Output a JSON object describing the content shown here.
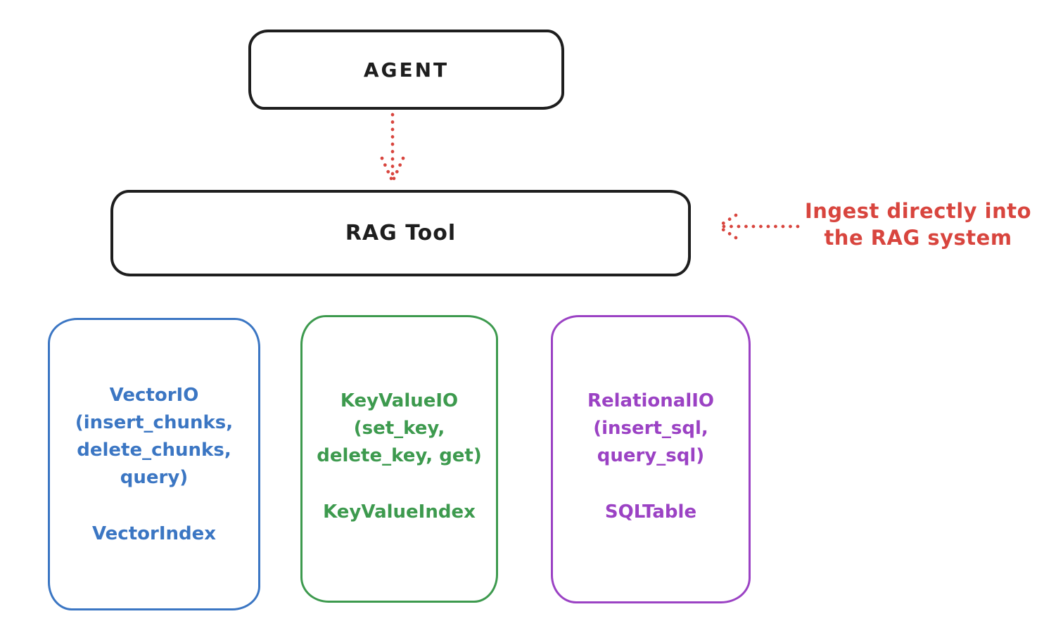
{
  "colors": {
    "ink": "#1e1e1e",
    "red": "#d8453e",
    "blue": "#3b76c3",
    "green": "#3d9a4e",
    "purple": "#9b42c4",
    "background": "#ffffff"
  },
  "agent": {
    "label": "AGENT"
  },
  "rag_tool": {
    "label": "RAG Tool"
  },
  "annotation": {
    "line1": "Ingest directly into",
    "line2": "the RAG system"
  },
  "backends": [
    {
      "id": "vector-io",
      "color": "#3b76c3",
      "lines": [
        "VectorIO",
        "(insert_chunks,",
        "delete_chunks,",
        "query)"
      ],
      "index": "VectorIndex"
    },
    {
      "id": "key-value-io",
      "color": "#3d9a4e",
      "lines": [
        "KeyValueIO",
        "(set_key,",
        "delete_key, get)"
      ],
      "index": "KeyValueIndex"
    },
    {
      "id": "relational-io",
      "color": "#9b42c4",
      "lines": [
        "RelationalIO",
        "(insert_sql,",
        "query_sql)"
      ],
      "index": "SQLTable"
    }
  ],
  "arrows": {
    "agent_to_rag": {
      "style": "dotted",
      "direction": "down",
      "color": "#d8453e"
    },
    "ingest": {
      "style": "dotted",
      "direction": "left",
      "color": "#d8453e"
    }
  }
}
